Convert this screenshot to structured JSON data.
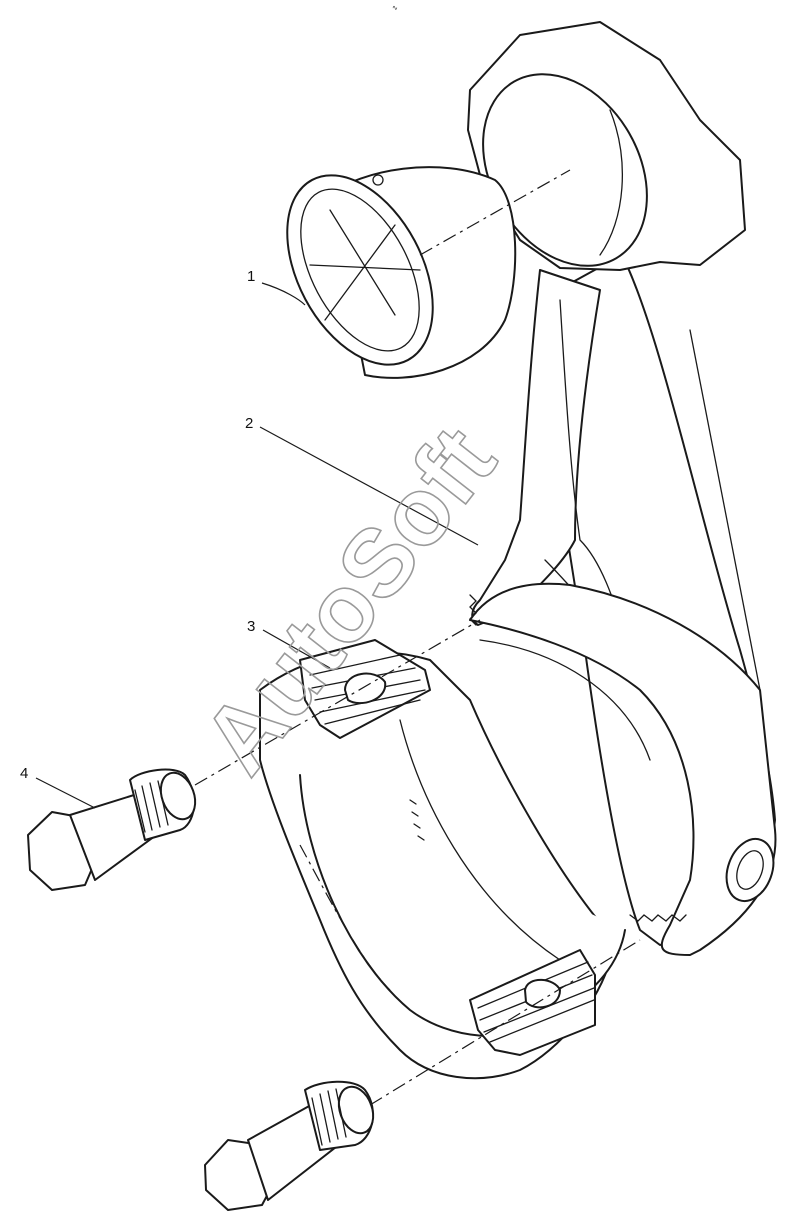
{
  "top_mark": "∿",
  "watermark": "AutoSoft",
  "callouts": [
    {
      "id": "1",
      "label": "1"
    },
    {
      "id": "2",
      "label": "2"
    },
    {
      "id": "3",
      "label": "3"
    },
    {
      "id": "4",
      "label": "4"
    }
  ],
  "colors": {
    "line": "#1a1a1a",
    "watermark": "#9a9a9a",
    "background": "#ffffff"
  }
}
